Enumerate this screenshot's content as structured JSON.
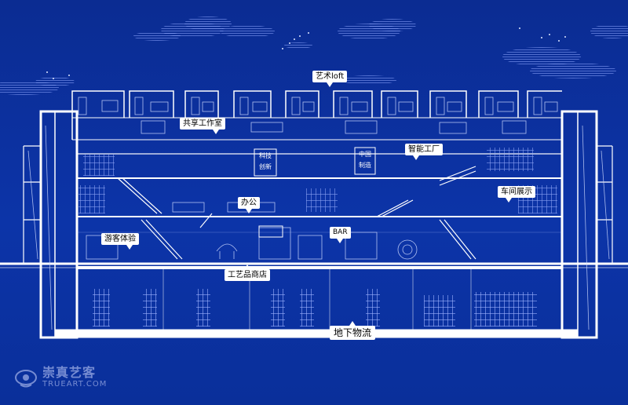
{
  "callouts": {
    "art_loft": "艺术loft",
    "shared_studio": "共享工作室",
    "smart_factory": "智能工厂",
    "workshop_showcase": "车间展示",
    "office": "办公",
    "visitor_experience": "游客体验",
    "bar": "BAR",
    "craft_shop": "工艺品商店",
    "underground_logistics": "地下物流"
  },
  "signs": {
    "tech_innovation_1": "科技",
    "tech_innovation_2": "创新",
    "made_in_china_1": "中国",
    "made_in_china_2": "制造"
  },
  "watermark": {
    "name": "崇真艺客",
    "site": "TRUEART.COM"
  },
  "colors": {
    "background": "#0b2f9e",
    "linework": "#dfe7ff",
    "label": "#ffffff"
  }
}
